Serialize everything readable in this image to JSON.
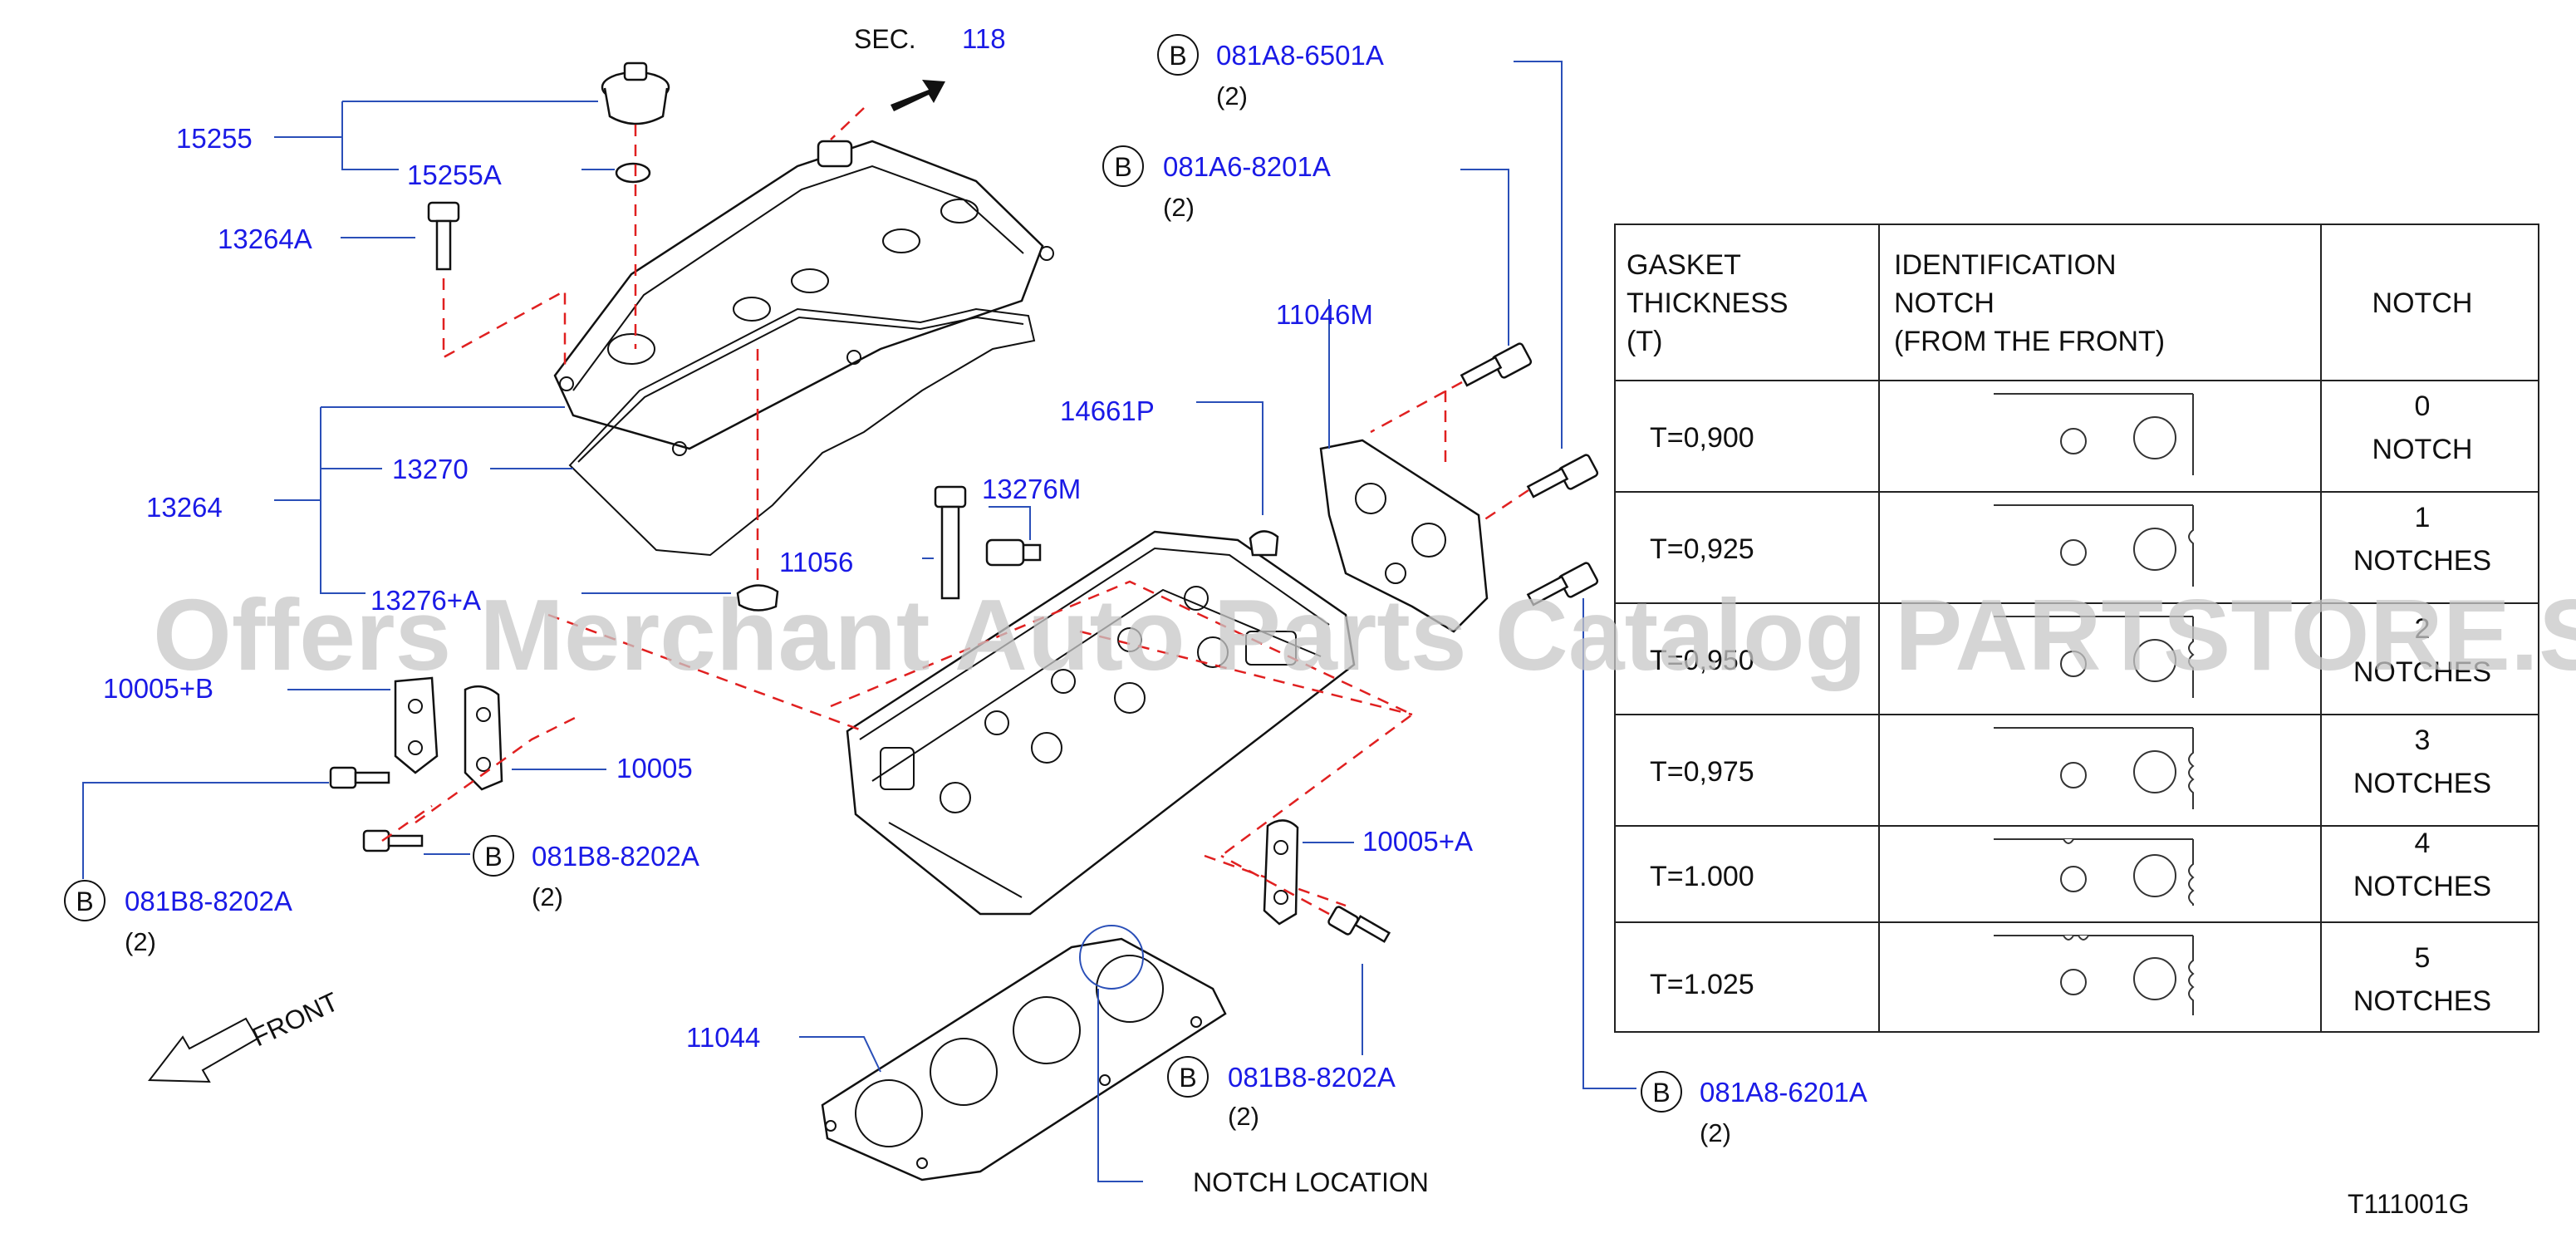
{
  "section": {
    "prefix": "SEC.",
    "number": "118"
  },
  "labels": {
    "p15255": "15255",
    "p15255A": "15255A",
    "p13264A": "13264A",
    "p13270": "13270",
    "p13264": "13264",
    "p13276A": "13276+A",
    "p10005B": "10005+B",
    "p10005": "10005",
    "p11056": "11056",
    "p13276M": "13276M",
    "p14661P": "14661P",
    "p11046M": "11046M",
    "p10005A": "10005+A",
    "p11044": "11044",
    "notch_location": "NOTCH   LOCATION",
    "front": "FRONT",
    "diagram_code": "T111001G"
  },
  "bolts": {
    "b6501": {
      "marker": "B",
      "part": "081A8-6501A",
      "qty": "(2)"
    },
    "b8201": {
      "marker": "B",
      "part": "081A6-8201A",
      "qty": "(2)"
    },
    "b8202a": {
      "marker": "B",
      "part": "081B8-8202A",
      "qty": "(2)"
    },
    "b8202b": {
      "marker": "B",
      "part": "081B8-8202A",
      "qty": "(2)"
    },
    "b8202c": {
      "marker": "B",
      "part": "081B8-8202A",
      "qty": "(2)"
    },
    "b6201": {
      "marker": "B",
      "part": "081A8-6201A",
      "qty": "(2)"
    }
  },
  "gasket_table": {
    "headers": {
      "thickness": [
        "GASKET",
        "THICKNESS",
        "(T)"
      ],
      "identification": [
        "IDENTIFICATION",
        "NOTCH",
        "(FROM   THE   FRONT)"
      ],
      "notch": "NOTCH"
    },
    "rows": [
      {
        "thickness": "T=0,900",
        "count": "0",
        "unit": "NOTCH"
      },
      {
        "thickness": "T=0,925",
        "count": "1",
        "unit": "NOTCHES"
      },
      {
        "thickness": "T=0,950",
        "count": "2",
        "unit": "NOTCHES"
      },
      {
        "thickness": "T=0,975",
        "count": "3",
        "unit": "NOTCHES"
      },
      {
        "thickness": "T=1.000",
        "count": "4",
        "unit": "NOTCHES"
      },
      {
        "thickness": "T=1.025",
        "count": "5",
        "unit": "NOTCHES"
      }
    ]
  },
  "watermark": "Offers Merchant Auto Parts Catalog PARTSTORE.SA",
  "colors": {
    "part_number": "#1a1ae6",
    "leader": "#2a4fb8",
    "dashed_guide": "#e02020",
    "line_art": "#111111"
  }
}
